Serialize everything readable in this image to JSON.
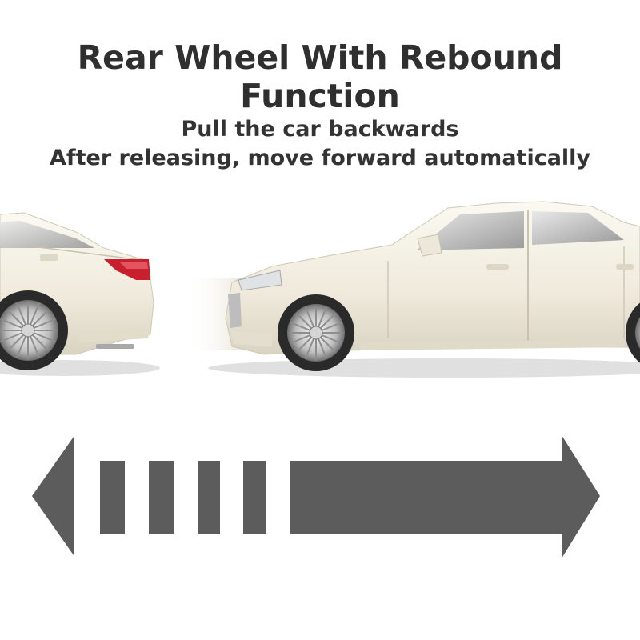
{
  "header": {
    "title": "Rear Wheel With Rebound Function"
  },
  "instructions": {
    "line1": "Pull the car backwards",
    "line2": "After releasing, move forward automatically"
  },
  "colors": {
    "text": "#2f2f2f",
    "arrow": "#5c5c5c",
    "car_body": "#f3efe3",
    "tail_light": "#c8202e"
  },
  "icons": {
    "left_arrow": "arrow-left-icon",
    "right_arrow": "arrow-right-icon"
  }
}
